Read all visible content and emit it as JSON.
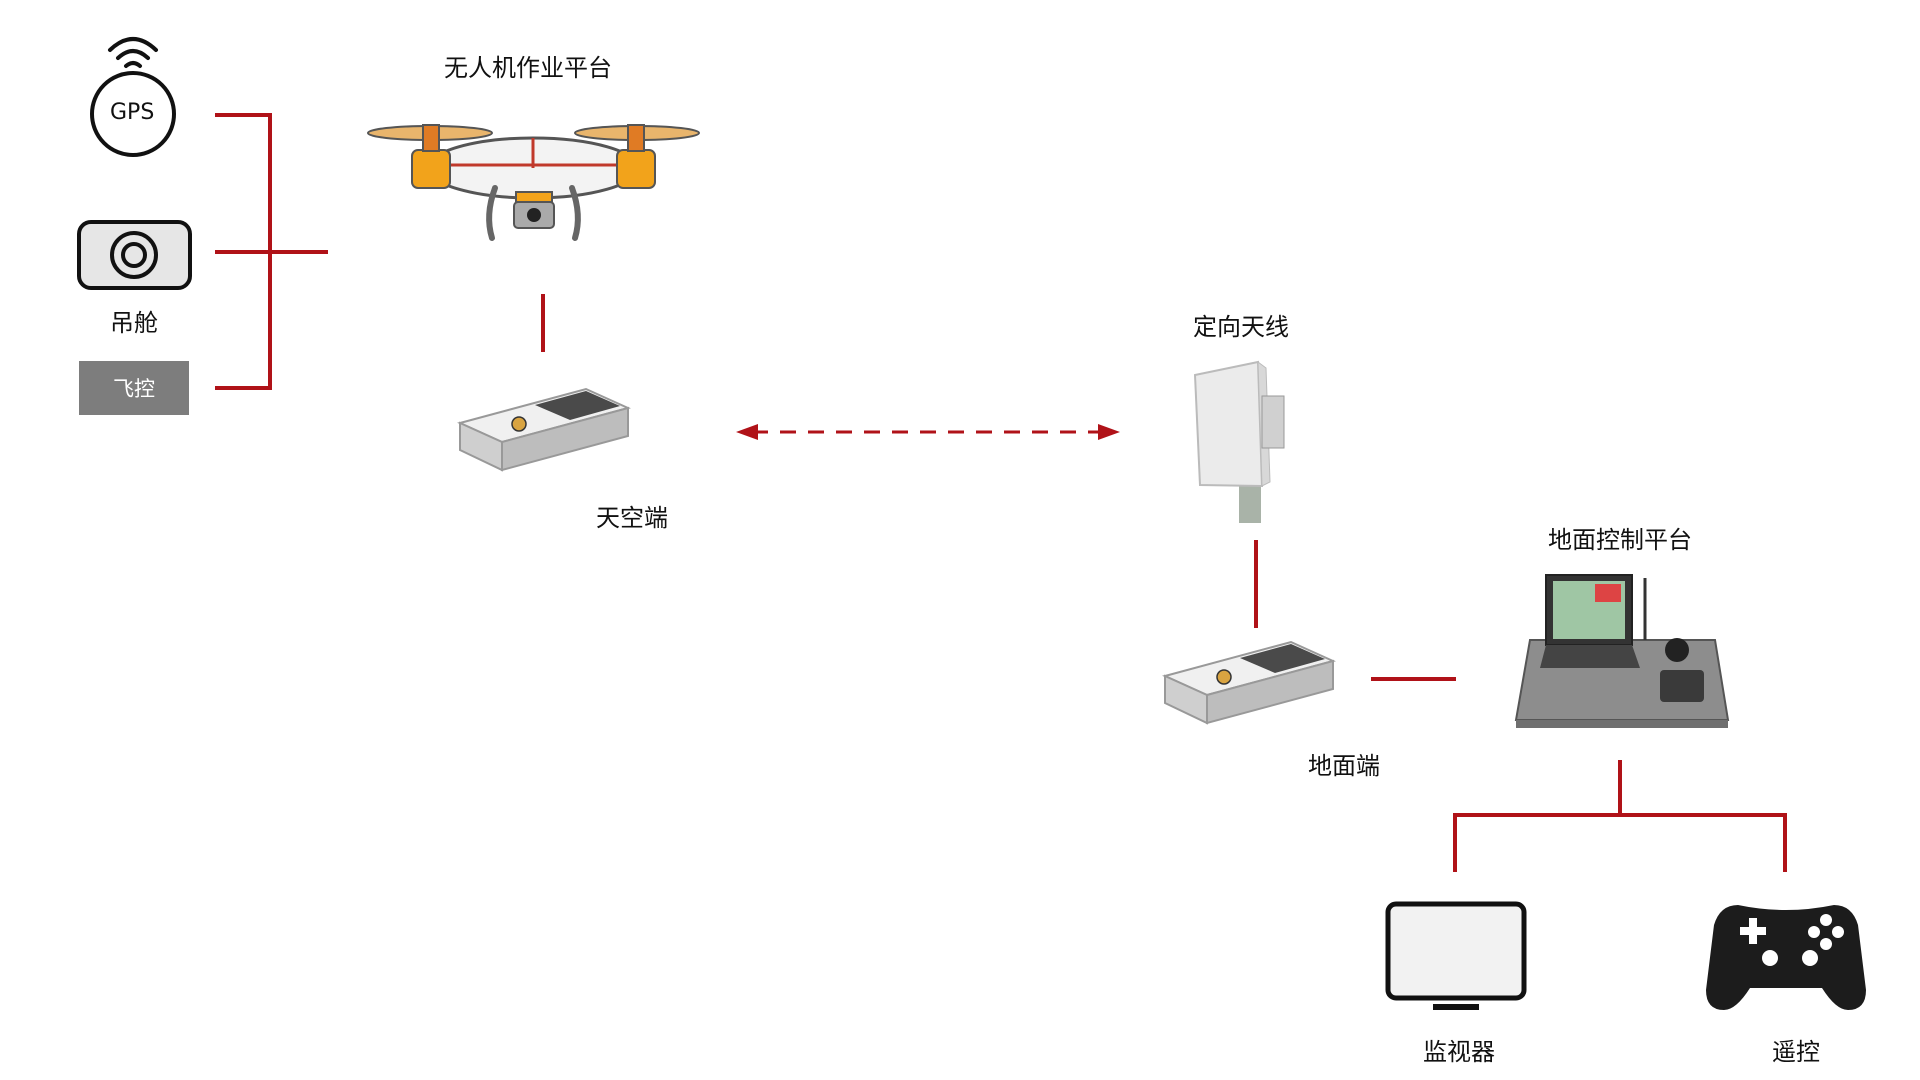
{
  "labels": {
    "gps": "GPS",
    "gimbal": "吊舱",
    "flight_control": "飞控",
    "uav_platform": "无人机作业平台",
    "air_end": "天空端",
    "directional_antenna": "定向天线",
    "ground_end": "地面端",
    "ground_control_platform": "地面控制平台",
    "monitor": "监视器",
    "remote_control": "遥控"
  },
  "colors": {
    "connector": "#b01218",
    "outline": "#111111",
    "flight_control_bg": "#7d7d7d",
    "drone_orange": "#f2a31b",
    "module_silver": "#d9d9d9"
  },
  "icons": {
    "gps": "gps-icon",
    "gimbal": "camera-icon",
    "uav": "drone-icon",
    "module": "radio-module-icon",
    "antenna": "panel-antenna-icon",
    "laptop": "rugged-laptop-case-icon",
    "monitor": "monitor-icon",
    "gamepad": "gamepad-icon"
  }
}
